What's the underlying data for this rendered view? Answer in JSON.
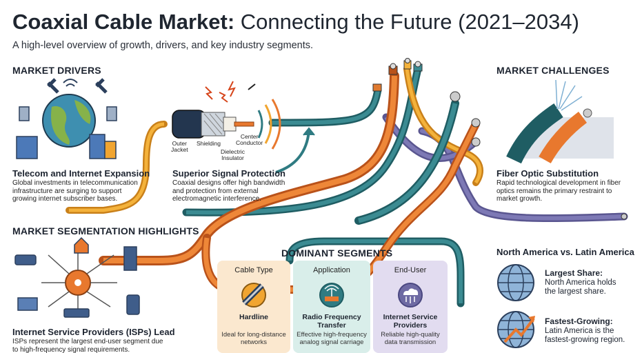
{
  "header": {
    "title_bold": "Coaxial Cable Market:",
    "title_rest": " Connecting the Future (2021–2034)",
    "subtitle": "A high-level overview of growth, drivers, and key industry segments."
  },
  "drivers": {
    "heading": "MARKET DRIVERS",
    "telecom": {
      "title": "Telecom and Internet Expansion",
      "desc": [
        "Global investments in telecommunication",
        "infrastructure are surging to support",
        "growing internet subscriber bases."
      ]
    },
    "signal": {
      "title": "Superior Signal Protection",
      "desc": [
        "Coaxial designs offer high bandwidth",
        "and protection from external",
        "electromagnetic interference."
      ],
      "labels": {
        "outer_jacket": [
          "Outer",
          "Jacket"
        ],
        "shielding": "Shielding",
        "dielectric": [
          "Dielectric",
          "Insulator"
        ],
        "center": [
          "Center",
          "Conductor"
        ]
      }
    }
  },
  "challenges": {
    "heading": "MARKET CHALLENGES",
    "fiber": {
      "title": "Fiber Optic Substitution",
      "desc": [
        "Rapid technological development in fiber",
        "optics remains the primary restraint to",
        "market growth."
      ]
    }
  },
  "segmentation": {
    "heading": "MARKET SEGMENTATION HIGHLIGHTS",
    "isp": {
      "title": "Internet Service Providers (ISPs) Lead",
      "desc": [
        "ISPs represent the largest end-user segment due",
        "to high-frequency signal requirements."
      ]
    }
  },
  "dominant": {
    "heading": "DOMINANT SEGMENTS",
    "panels": [
      {
        "title": "Cable Type",
        "name": [
          "Hardline"
        ],
        "desc": [
          "Ideal for long-distance",
          "networks"
        ],
        "icon": "hardline-cable-icon",
        "bg": "#fbe8cf"
      },
      {
        "title": "Application",
        "name": [
          "Radio Frequency",
          "Transfer"
        ],
        "desc": [
          "Effective high-frequency",
          "analog signal carriage"
        ],
        "icon": "router-antenna-icon",
        "bg": "#d9eeea"
      },
      {
        "title": "End-User",
        "name": [
          "Internet Service",
          "Providers"
        ],
        "desc": [
          "Reliable high-quality",
          "data transmission"
        ],
        "icon": "cloud-network-icon",
        "bg": "#e2dcf0"
      }
    ]
  },
  "regions": {
    "heading": "North America vs. Latin America",
    "largest": {
      "title": "Largest Share:",
      "desc": [
        "North America holds",
        "the largest share."
      ]
    },
    "fastest": {
      "title": "Fastest-Growing:",
      "desc": [
        "Latin America is the",
        "fastest-growing region."
      ]
    }
  },
  "colors": {
    "orange": "#e8782e",
    "teal": "#2f7b82",
    "purple": "#6e6aa3",
    "yellow": "#f1a531",
    "navy": "#2b3f5c"
  }
}
